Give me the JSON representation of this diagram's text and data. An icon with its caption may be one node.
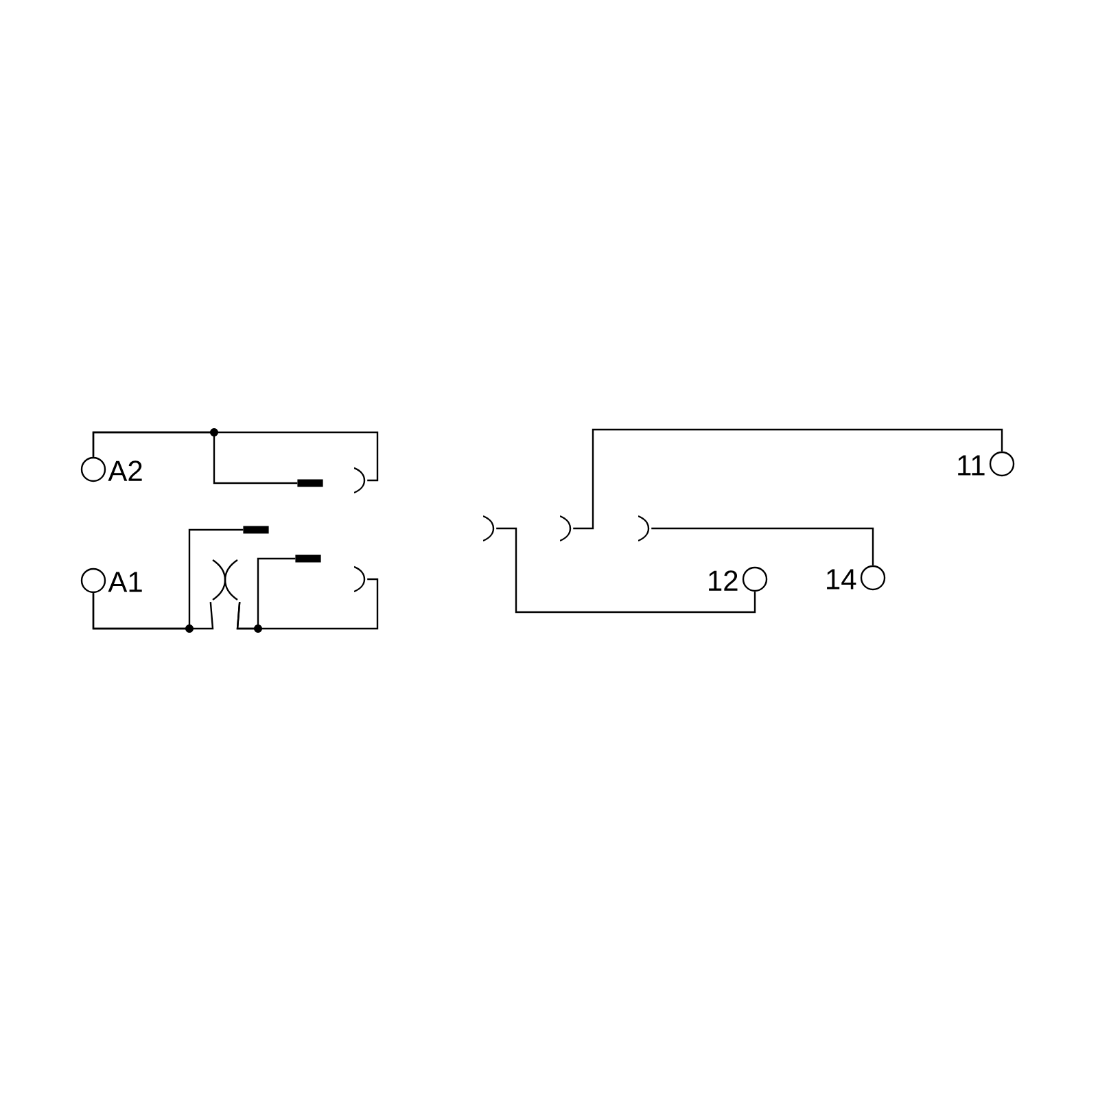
{
  "diagram": {
    "nodes": [
      {
        "text": [],
        "shape": "circle",
        "beside": [
          "A2"
        ]
      },
      {
        "text": [],
        "shape": "bar"
      },
      {
        "text": [],
        "shape": "arc"
      },
      {
        "text": [],
        "shape": "bar"
      },
      {
        "text": [],
        "shape": "circle",
        "beside": [
          "A1"
        ]
      },
      {
        "text": [],
        "shape": "arc"
      },
      {
        "text": [],
        "shape": "bar"
      },
      {
        "text": [],
        "shape": "arc"
      },
      {
        "text": [],
        "shape": "circle",
        "beside": [
          "11"
        ]
      },
      {
        "text": [],
        "shape": "arc"
      },
      {
        "text": [],
        "shape": "arc"
      },
      {
        "text": [],
        "shape": "arc"
      },
      {
        "text": [],
        "shape": "circle",
        "beside": [
          "12"
        ]
      },
      {
        "text": [],
        "shape": "circle",
        "beside": [
          "14"
        ]
      }
    ],
    "edges": [
      {
        "from": 0,
        "to": 2,
        "arrow": "none"
      },
      {
        "from": 0,
        "to": 1,
        "arrow": "none"
      },
      {
        "from": 4,
        "to": 5,
        "arrow": "none"
      },
      {
        "from": 4,
        "to": 3,
        "arrow": "none"
      },
      {
        "from": 5,
        "to": 6,
        "arrow": "none"
      },
      {
        "from": 5,
        "to": 7,
        "arrow": "none"
      },
      {
        "from": 9,
        "to": 12,
        "arrow": "none"
      },
      {
        "from": 10,
        "to": 8,
        "arrow": "none"
      },
      {
        "from": 11,
        "to": 13,
        "arrow": "none"
      }
    ]
  }
}
